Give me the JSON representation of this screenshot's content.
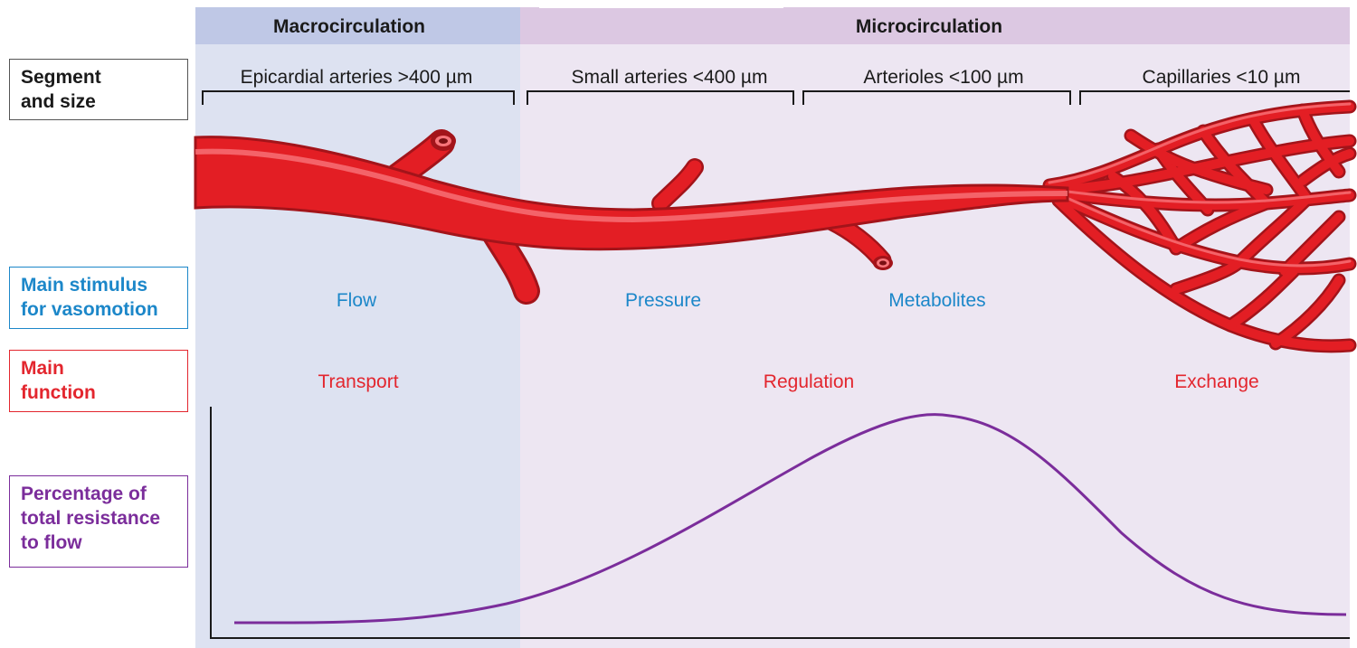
{
  "colors": {
    "macro_band": "#bfc8e6",
    "micro_band": "#dcc8e2",
    "macro_panel": "#dde2f1",
    "micro_panel": "#ede6f2",
    "vessel": "#e31e24",
    "vessel_highlight": "#f7747a",
    "vessel_shadow": "#a3141a",
    "stimulus": "#1c87c9",
    "function": "#e3262e",
    "resistance": "#7b2d9b",
    "text_dark": "#1a1a1a"
  },
  "headers": {
    "macro": "Macrocirculation",
    "micro": "Microcirculation"
  },
  "row_labels": {
    "segment": "Segment\nand size",
    "stimulus": "Main stimulus\nfor vasomotion",
    "function": "Main\nfunction",
    "resistance": "Percentage of\ntotal resistance\nto flow"
  },
  "segments": [
    {
      "name": "Epicardial arteries >400 µm"
    },
    {
      "name": "Small arteries <400 µm"
    },
    {
      "name": "Arterioles <100 µm"
    },
    {
      "name": "Capillaries <10 µm"
    }
  ],
  "stimuli": [
    "Flow",
    "Pressure",
    "Metabolites"
  ],
  "functions": [
    "Transport",
    "Regulation",
    "Exchange"
  ],
  "resistance_curve": {
    "description_shape": "bell",
    "peak_segment": "Arterioles"
  }
}
